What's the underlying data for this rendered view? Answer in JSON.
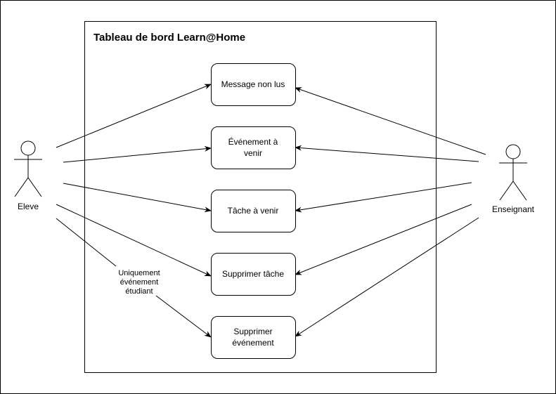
{
  "system": {
    "title": "Tableau de bord Learn@Home"
  },
  "actors": {
    "student": {
      "label": "Eleve"
    },
    "teacher": {
      "label": "Enseignant"
    }
  },
  "use_cases": [
    {
      "id": "message",
      "lines": [
        "Message non lus"
      ]
    },
    {
      "id": "event",
      "lines": [
        "Événement à",
        "venir"
      ]
    },
    {
      "id": "task",
      "lines": [
        "Tâche à venir"
      ]
    },
    {
      "id": "delete-task",
      "lines": [
        "Supprimer tâche"
      ]
    },
    {
      "id": "delete-event",
      "lines": [
        "Supprimer",
        "événement"
      ]
    }
  ],
  "note": {
    "lines": [
      "Uniquement",
      "événement",
      "étudiant"
    ]
  },
  "associations": [
    {
      "from": "student",
      "to": "message"
    },
    {
      "from": "student",
      "to": "event"
    },
    {
      "from": "student",
      "to": "task"
    },
    {
      "from": "student",
      "to": "delete-task"
    },
    {
      "from": "student",
      "to": "delete-event",
      "note": true
    },
    {
      "from": "teacher",
      "to": "message"
    },
    {
      "from": "teacher",
      "to": "event"
    },
    {
      "from": "teacher",
      "to": "task"
    },
    {
      "from": "teacher",
      "to": "delete-task"
    },
    {
      "from": "teacher",
      "to": "delete-event"
    }
  ]
}
